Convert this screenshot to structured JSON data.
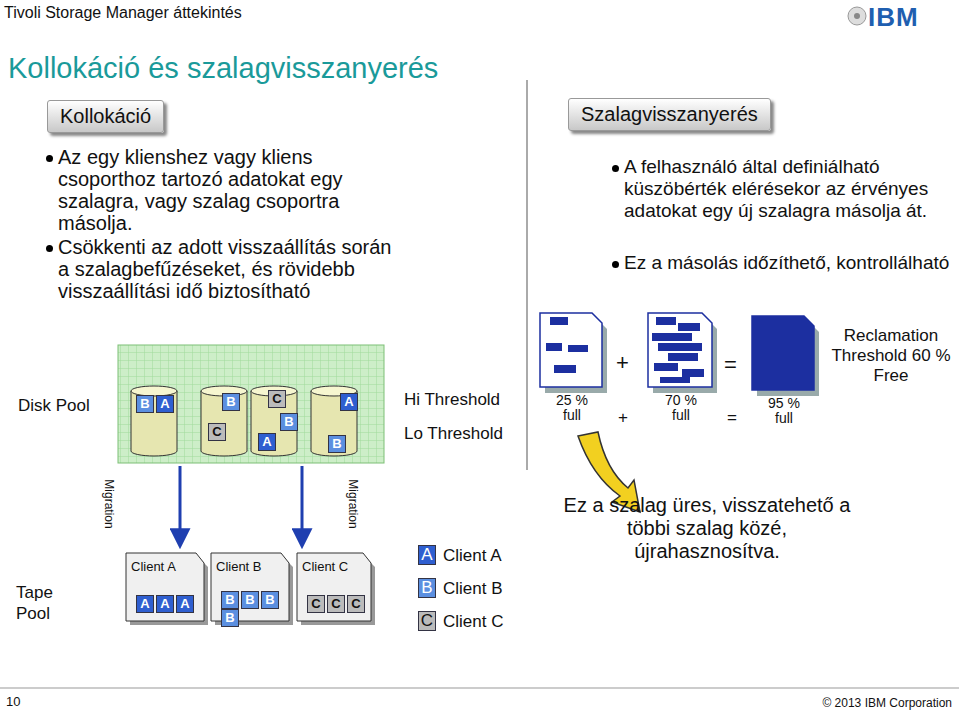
{
  "diagram": {
    "title": "Kollokáció és szalagvisszanyerés",
    "nodes": [
      {
        "text": [
          "Kollokáció"
        ]
      },
      {
        "text": [
          "Szalagvisszanyerés"
        ]
      },
      {
        "text": [
          "B",
          "A"
        ]
      },
      {
        "text": [
          "B",
          "C"
        ]
      },
      {
        "text": [
          "C",
          "B",
          "A"
        ]
      },
      {
        "text": [
          "A",
          "B"
        ]
      },
      {
        "text": [
          "Client A",
          "A",
          "A",
          "A"
        ]
      },
      {
        "text": [
          "Client B",
          "B",
          "B",
          "B",
          "B"
        ]
      },
      {
        "text": [
          "Client C",
          "C",
          "C",
          "C"
        ]
      },
      {
        "text": [
          "25 % full"
        ]
      },
      {
        "text": [
          "70 % full"
        ]
      },
      {
        "text": [
          "95 % full"
        ]
      }
    ],
    "labels": [
      "Tivoli Storage Manager áttekintés",
      "IBM",
      "Az egy klienshez vagy kliens csoporthoz tartozó adatokat egy szalagra, vagy szalag csoportra másolja.",
      "Csökkenti az adott visszaállítás során a szalagbefűzéseket, és rövidebb visszaállítási idő biztosítható",
      "A felhasználó által definiálható küszöbérték elérésekor az érvényes adatokat egy új szalagra másolja át.",
      "Ez a másolás időzíthető, kontrollálható",
      "Disk Pool",
      "Hi Threshold",
      "Lo Threshold",
      "Tape Pool",
      "Migration",
      "Migration",
      "A",
      "B",
      "C",
      "+",
      "+",
      "=",
      "=",
      "Reclamation Threshold 60 % Free",
      "Ez a szalag üres, visszatehető a többi szalag közé, újrahasznosítva.",
      "10",
      "© 2013 IBM Corporation"
    ],
    "legend": [
      {
        "text": "Client A",
        "color": "#2f5fd0"
      },
      {
        "text": "Client B",
        "color": "#5b8fe0"
      },
      {
        "text": "Client C",
        "color": "#bbbbbb"
      }
    ]
  }
}
